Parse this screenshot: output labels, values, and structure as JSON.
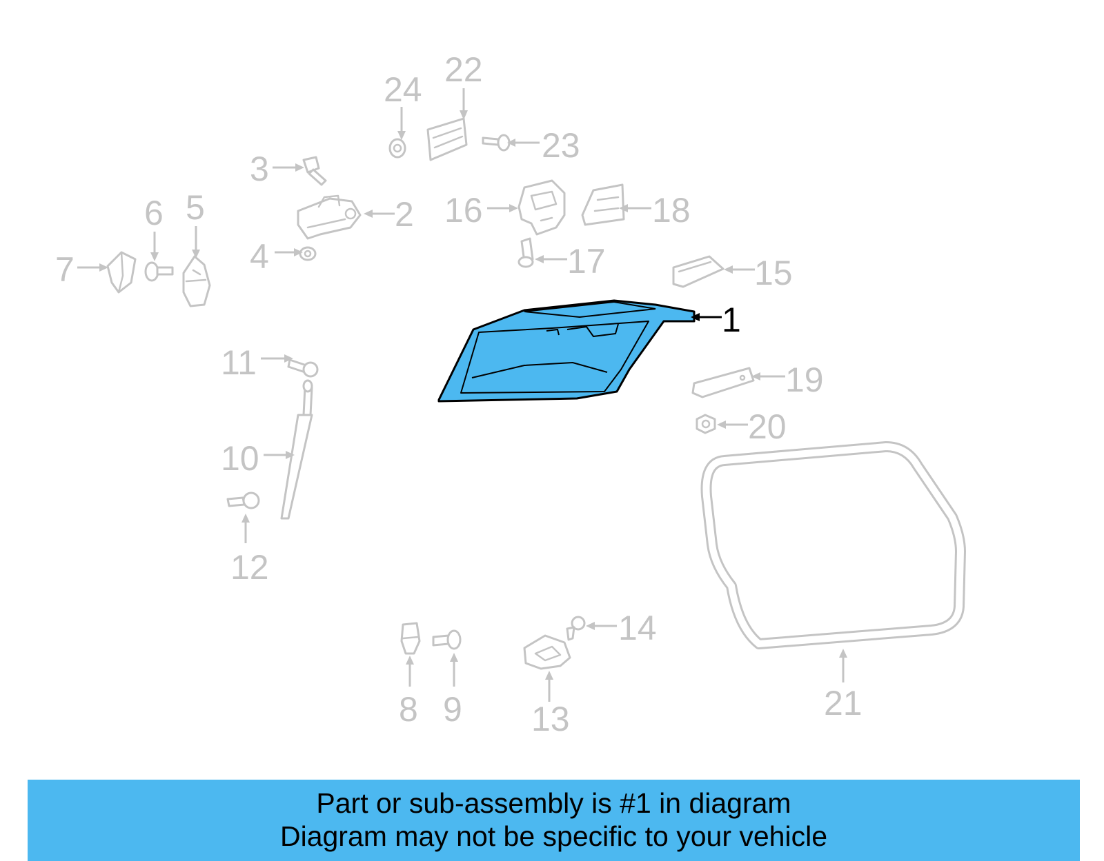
{
  "diagram": {
    "highlight_color": "#4cb8f0",
    "highlighted_part": "1",
    "labels": [
      "1",
      "2",
      "3",
      "4",
      "5",
      "6",
      "7",
      "8",
      "9",
      "10",
      "11",
      "12",
      "13",
      "14",
      "15",
      "16",
      "17",
      "18",
      "19",
      "20",
      "21",
      "22",
      "23",
      "24"
    ]
  },
  "banner": {
    "background": "#4cb8f0",
    "line1": "Part or sub-assembly is #1 in diagram",
    "line2": "Diagram may not be specific to your vehicle"
  }
}
